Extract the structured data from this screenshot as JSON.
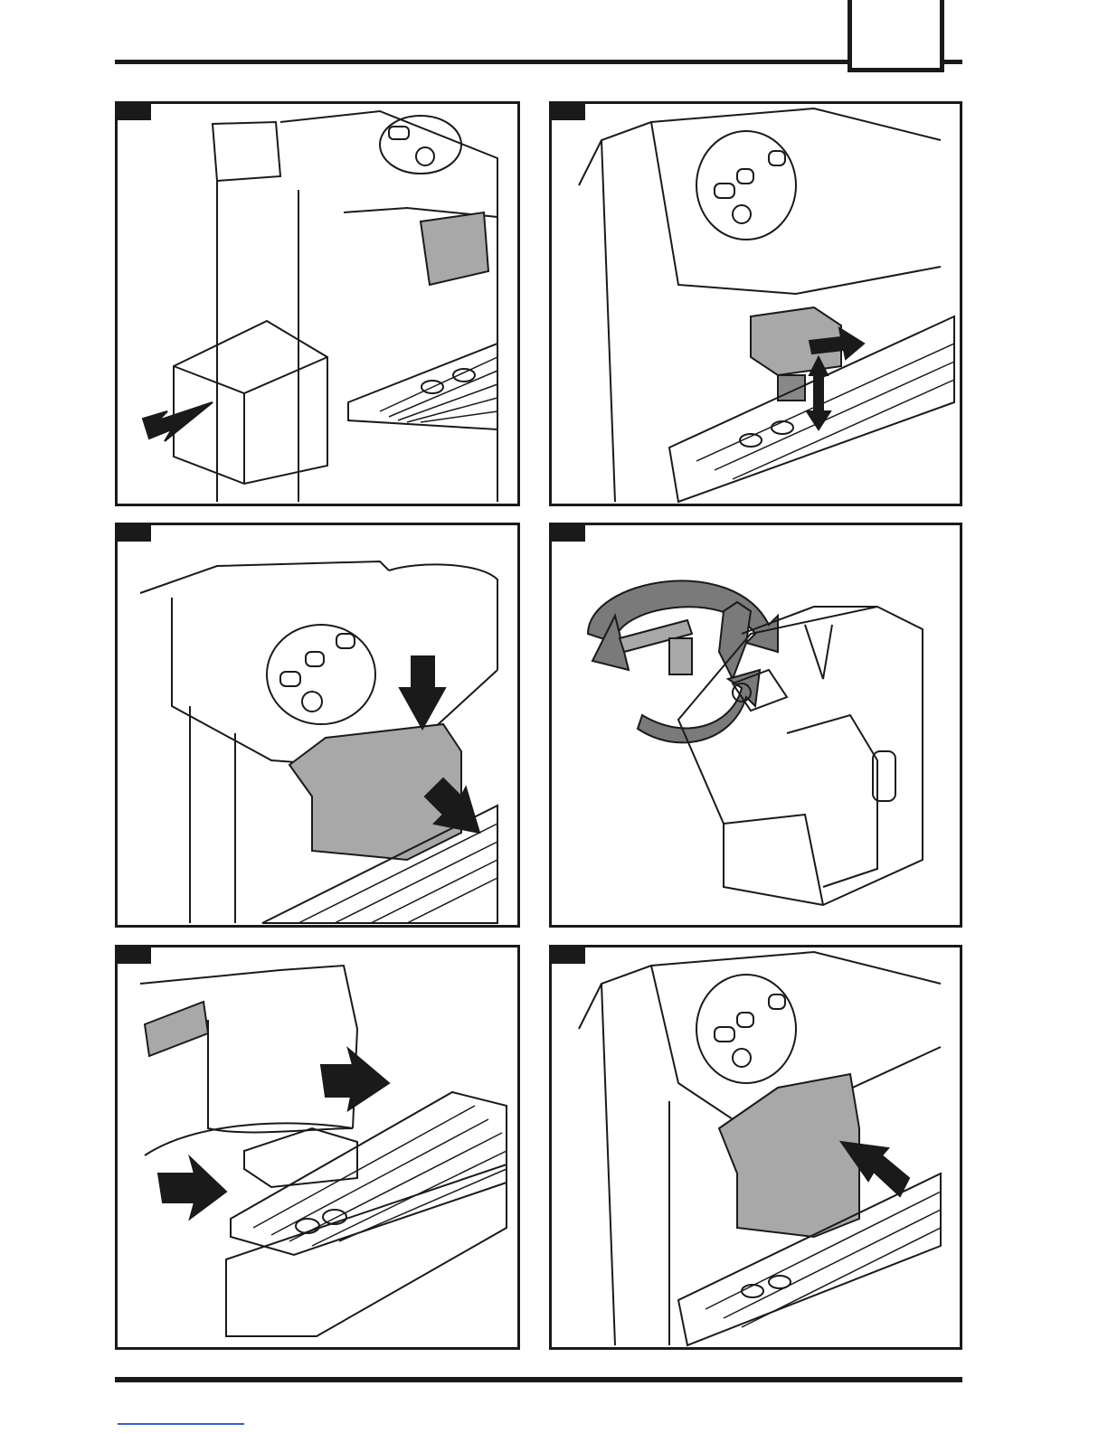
{
  "page": {
    "header_tab_label": "",
    "footer_link_text": ""
  },
  "figures": [
    {
      "label": "",
      "description": "remove-water-tank"
    },
    {
      "label": "",
      "description": "remove-dispenser"
    },
    {
      "label": "",
      "description": "remove-brew-group"
    },
    {
      "label": "",
      "description": "rotate-brew-group"
    },
    {
      "label": "",
      "description": "remove-drip-tray"
    },
    {
      "label": "",
      "description": "insert-brew-group"
    }
  ],
  "colors": {
    "ink": "#1a1a1a",
    "part_gray": "#a8a8a8",
    "arrow_gray": "#7a7a7a",
    "link_blue": "#3b5fd4"
  }
}
